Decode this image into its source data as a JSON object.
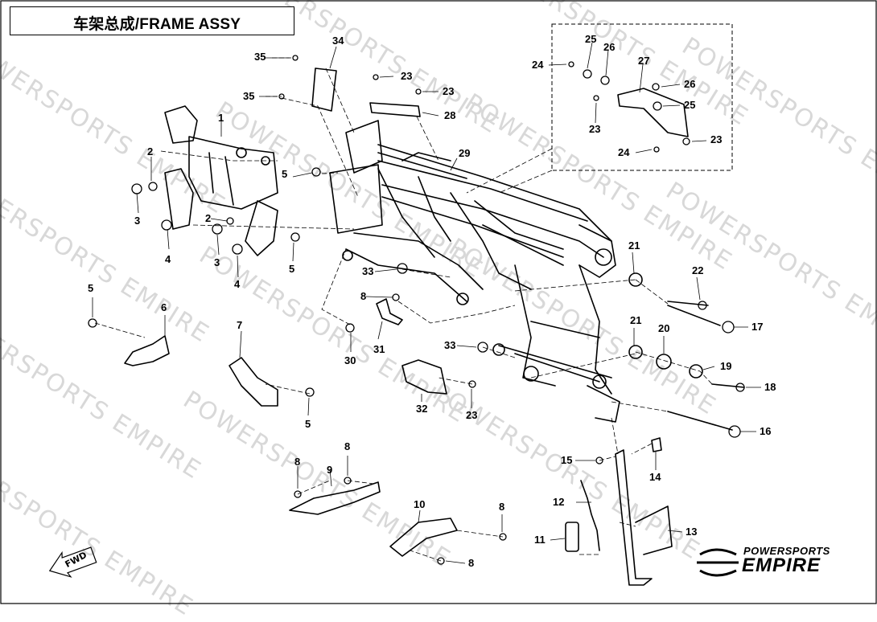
{
  "title": "车架总成/FRAME ASSY",
  "watermark": "POWERSPORTS EMPIRE",
  "fwd_label": "FWD",
  "brand": {
    "line1": "POWERSPORTS",
    "line2": "EMPIRE"
  },
  "callouts": {
    "c1": "1",
    "c2a": "2",
    "c2b": "2",
    "c3a": "3",
    "c3b": "3",
    "c4a": "4",
    "c4b": "4",
    "c5a": "5",
    "c5b": "5",
    "c5c": "5",
    "c5d": "5",
    "c6": "6",
    "c7": "7",
    "c8a": "8",
    "c8b": "8",
    "c8c": "8",
    "c8d": "8",
    "c8e": "8",
    "c9": "9",
    "c10": "10",
    "c11": "11",
    "c12": "12",
    "c13": "13",
    "c14": "14",
    "c15": "15",
    "c16": "16",
    "c17": "17",
    "c18": "18",
    "c19": "19",
    "c20": "20",
    "c21a": "21",
    "c21b": "21",
    "c22": "22",
    "c23a": "23",
    "c23b": "23",
    "c23c": "23",
    "c23d": "23",
    "c23e": "23",
    "c24a": "24",
    "c24b": "24",
    "c25a": "25",
    "c25b": "25",
    "c26a": "26",
    "c26b": "26",
    "c27": "27",
    "c28": "28",
    "c29": "29",
    "c30": "30",
    "c31": "31",
    "c32": "32",
    "c33a": "33",
    "c33b": "33",
    "c34": "34",
    "c35a": "35",
    "c35b": "35"
  }
}
